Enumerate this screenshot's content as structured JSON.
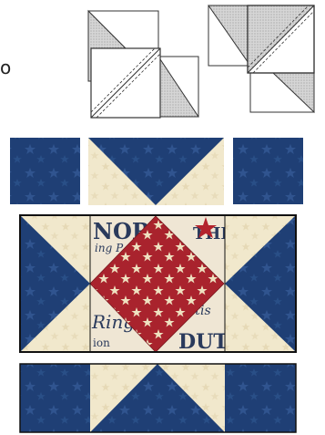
{
  "step_marker": "o",
  "fabric_text": {
    "word1": "NOR",
    "word2": "ing P",
    "word3": "THE",
    "word4": "Ring",
    "word5": "otis",
    "word6": "DUT",
    "word7": "ion"
  },
  "colors": {
    "navy": "#1f3f75",
    "navy_star": "#3e65a3",
    "cream": "#f1e8cc",
    "red": "#a9232d",
    "red_star": "#efe1c0",
    "print_bg": "#efe6d4",
    "print_ink": "#2a3a5c",
    "shaded": "#cfcfcf"
  }
}
